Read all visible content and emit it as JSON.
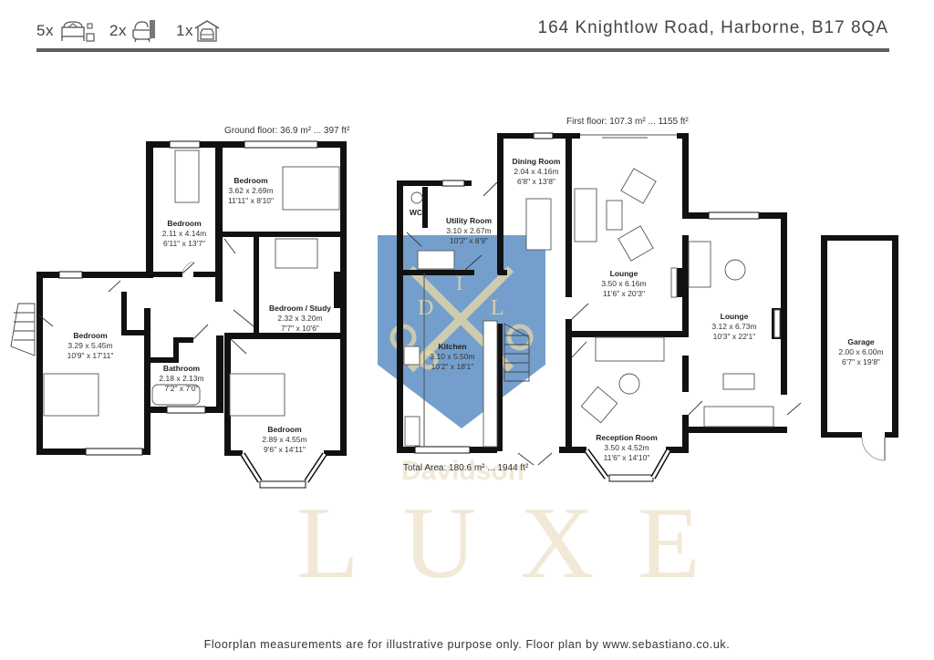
{
  "header": {
    "features": [
      {
        "count": "5x",
        "icon": "bed-icon"
      },
      {
        "count": "2x",
        "icon": "bath-icon"
      },
      {
        "count": "1x",
        "icon": "garage-icon"
      }
    ],
    "address": "164 Knightlow Road, Harborne, B17 8QA"
  },
  "plans": {
    "left": {
      "area_label": "Ground floor: 36.9 m² ... 397 ft²",
      "rooms": [
        {
          "name": "Bedroom",
          "metric": "3.62 x 2.69m",
          "imperial": "11'11\" x 8'10\""
        },
        {
          "name": "Bedroom",
          "metric": "2.11 x 4.14m",
          "imperial": "6'11\" x 13'7\""
        },
        {
          "name": "Bedroom / Study",
          "metric": "2.32 x 3.20m",
          "imperial": "7'7\" x 10'6\""
        },
        {
          "name": "Bedroom",
          "metric": "3.29 x 5.45m",
          "imperial": "10'9\" x 17'11\""
        },
        {
          "name": "Bathroom",
          "metric": "2.18 x 2.13m",
          "imperial": "7'2\" x 7'0\""
        },
        {
          "name": "Bedroom",
          "metric": "2.89 x 4.55m",
          "imperial": "9'6\" x 14'11\""
        }
      ]
    },
    "right": {
      "area_label": "First floor: 107.3 m² ... 1155 ft²",
      "rooms": [
        {
          "name": "Dining Room",
          "metric": "2.04 x 4.16m",
          "imperial": "6'8\" x 13'8\""
        },
        {
          "name": "WC",
          "metric": "",
          "imperial": ""
        },
        {
          "name": "Utility Room",
          "metric": "3.10 x 2.67m",
          "imperial": "10'2\" x 8'9\""
        },
        {
          "name": "Lounge",
          "metric": "3.50 x 6.16m",
          "imperial": "11'6\" x 20'3\""
        },
        {
          "name": "Kitchen",
          "metric": "3.10 x 5.50m",
          "imperial": "10'2\" x 18'1\""
        },
        {
          "name": "Lounge",
          "metric": "3.12 x 6.73m",
          "imperial": "10'3\" x 22'1\""
        },
        {
          "name": "Reception Room",
          "metric": "3.50 x 4.52m",
          "imperial": "11'6\" x 14'10\""
        },
        {
          "name": "Garage",
          "metric": "2.00 x 6.00m",
          "imperial": "6'7\" x 19'8\""
        }
      ]
    },
    "total_area": "Total Area: 180.6 m² ... 1944 ft²"
  },
  "watermark": {
    "brand": "LUXE",
    "subbrand": "Davidson",
    "shield_letters": [
      "D",
      "L"
    ],
    "shield_color": "#3f7ab8",
    "gold_color": "#efe6cf"
  },
  "footer": {
    "disclaimer": "Floorplan measurements are for illustrative purpose only. Floor plan by www.sebastiano.co.uk."
  }
}
